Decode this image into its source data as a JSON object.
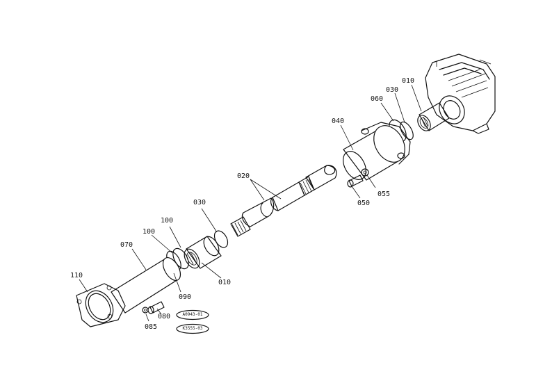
{
  "diagram": {
    "labels": {
      "p010_top": "010",
      "p030_top": "030",
      "p060": "060",
      "p040": "040",
      "p055": "055",
      "p050": "050",
      "p020": "020",
      "p030_mid": "030",
      "p100": "100",
      "p070": "070",
      "p110": "110",
      "p090": "090",
      "p010_bot": "010",
      "p080": "080",
      "p085": "085"
    },
    "stamps": {
      "top": "A0943-01",
      "bottom": "K3555-03"
    }
  }
}
